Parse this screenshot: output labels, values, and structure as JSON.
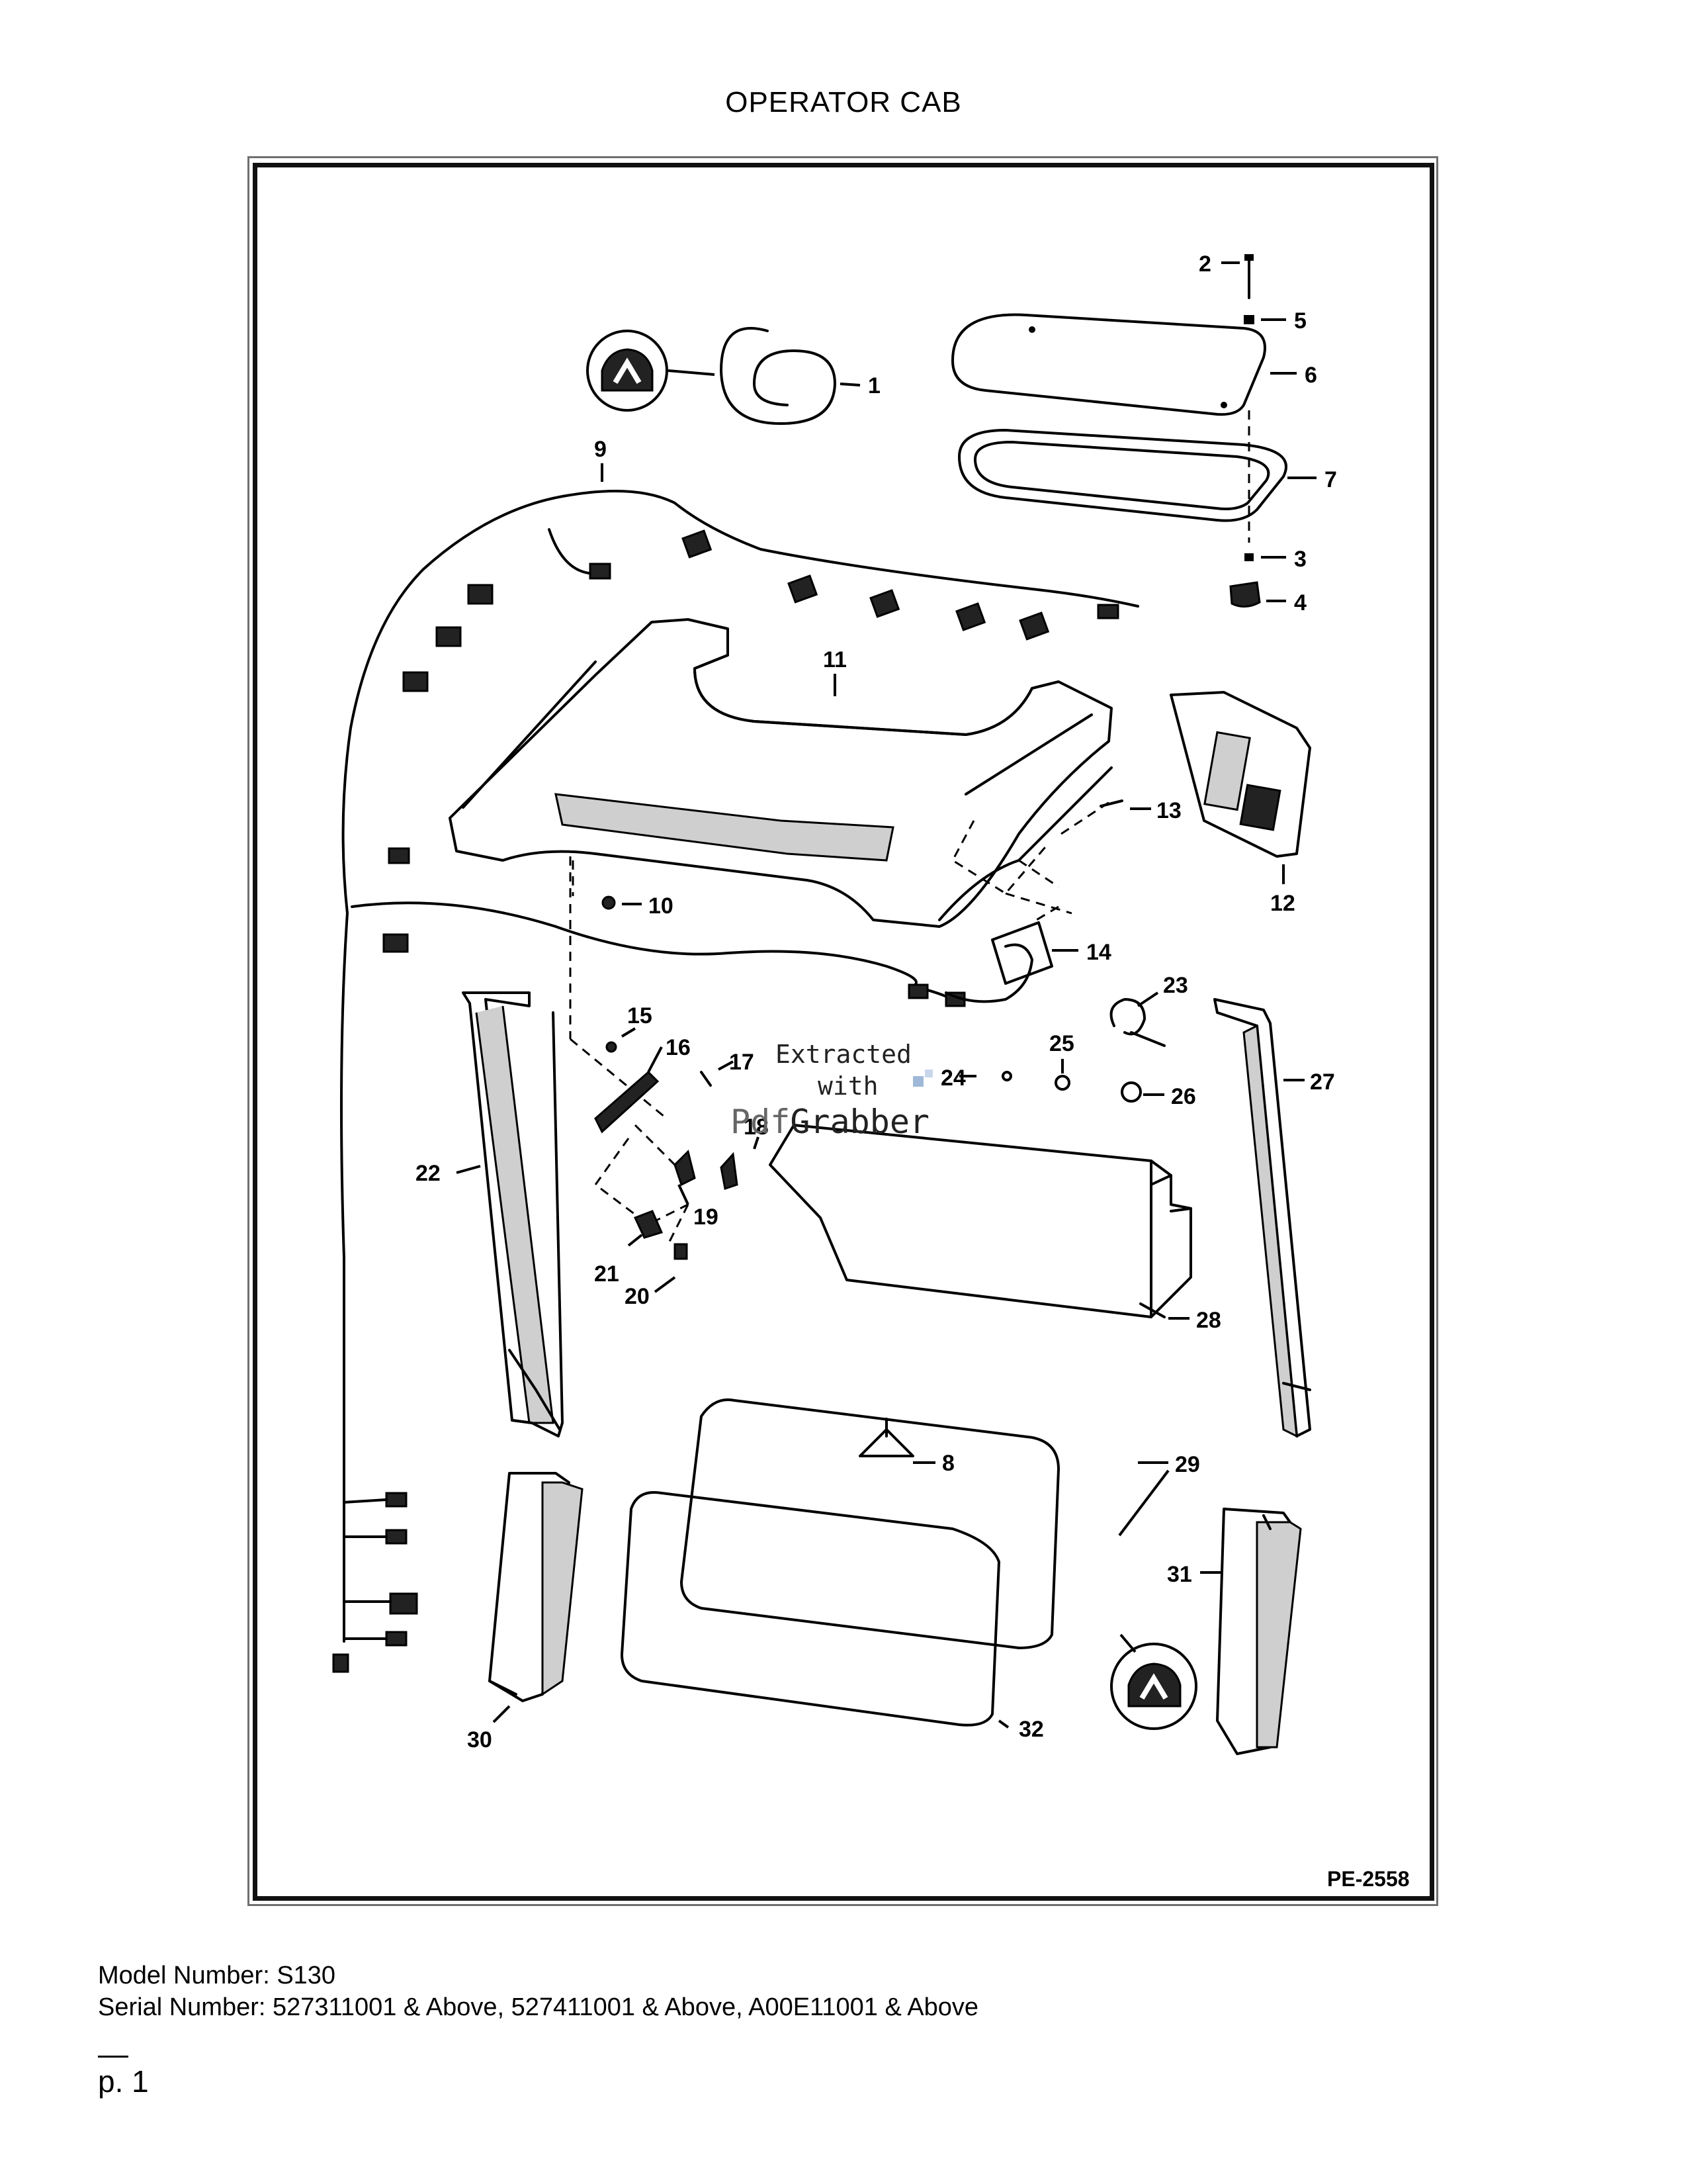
{
  "page": {
    "title": "OPERATOR CAB",
    "drawing_id": "PE-2558",
    "footer": {
      "model_label": "Model Number: S130",
      "serial_label": "Serial Number: 527311001 & Above, 527411001 & Above, A00E11001 & Above",
      "page_number": "p. 1"
    }
  },
  "watermark": {
    "line1": "Extracted",
    "line2": "with",
    "brand_a": "Pdf",
    "brand_b": "Grabber"
  },
  "callouts": [
    "1",
    "2",
    "3",
    "4",
    "5",
    "6",
    "7",
    "8",
    "9",
    "10",
    "11",
    "12",
    "13",
    "14",
    "15",
    "16",
    "17",
    "18",
    "19",
    "20",
    "21",
    "22",
    "23",
    "24",
    "25",
    "26",
    "27",
    "28",
    "29",
    "30",
    "31",
    "32"
  ]
}
